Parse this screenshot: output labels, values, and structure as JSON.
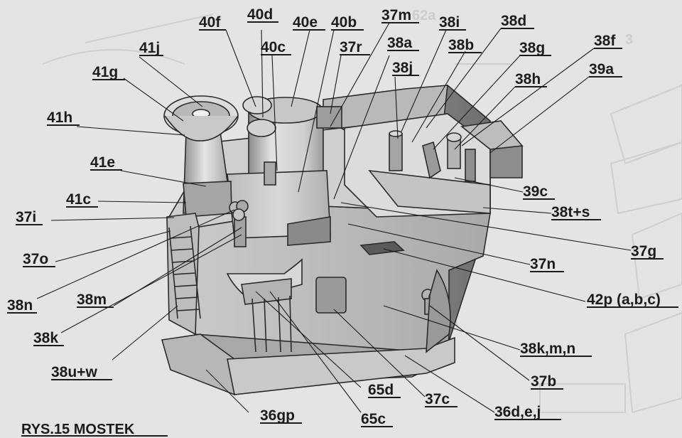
{
  "figure": {
    "title": "RYS.15 MOSTEK"
  },
  "colors": {
    "background": "#e4e4e4",
    "ink": "#1c1c1c",
    "hull_light": "#d4d4d4",
    "hull_mid": "#b3b3b3",
    "hull_dark": "#7c7c7c"
  },
  "labels": {
    "l_40f": "40f",
    "l_40d": "40d",
    "l_40e": "40e",
    "l_40b": "40b",
    "l_37m": "37m",
    "l_38i": "38i",
    "l_38d": "38d",
    "l_40c": "40c",
    "l_37r": "37r",
    "l_38a": "38a",
    "l_38b": "38b",
    "l_38g": "38g",
    "l_38f": "38f",
    "l_41j": "41j",
    "l_38j": "38j",
    "l_39a": "39a",
    "l_41g": "41g",
    "l_38h": "38h",
    "l_41h": "41h",
    "l_41e": "41e",
    "l_39c": "39c",
    "l_41c": "41c",
    "l_38ts": "38t+s",
    "l_37i": "37i",
    "l_37g": "37g",
    "l_37o": "37o",
    "l_37n": "37n",
    "l_38n": "38n",
    "l_38m": "38m",
    "l_42p": "42p (a,b,c)",
    "l_38k": "38k",
    "l_38kmn": "38k,m,n",
    "l_38uw": "38u+w",
    "l_37b": "37b",
    "l_65d": "65d",
    "l_37c": "37c",
    "l_36gp": "36gp",
    "l_65c": "65c",
    "l_36dej": "36d,e,j"
  }
}
